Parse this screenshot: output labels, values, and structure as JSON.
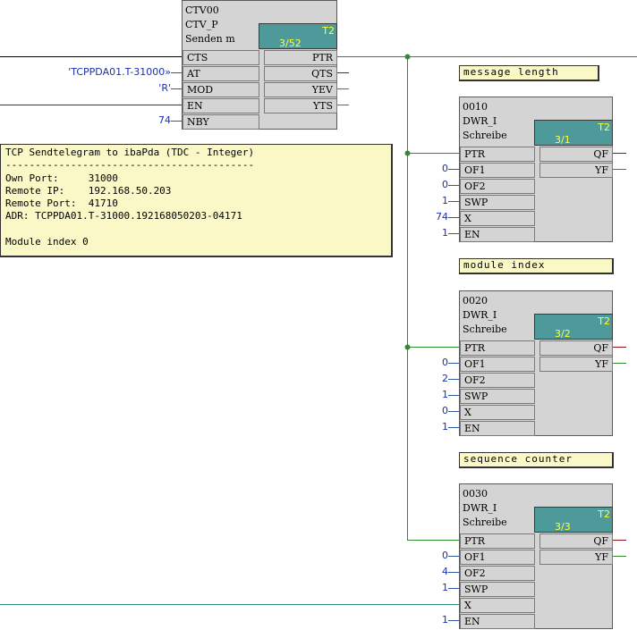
{
  "ctv_block": {
    "name": "CTV00",
    "type": "CTV_P",
    "comment": "Senden m",
    "task": "T2",
    "position": "3/52",
    "inputs": [
      {
        "pin": "CTS",
        "value": ""
      },
      {
        "pin": "AT",
        "value": "'TCPPDA01.T-31000»"
      },
      {
        "pin": "MOD",
        "value": "'R'"
      },
      {
        "pin": "EN",
        "value": ""
      },
      {
        "pin": "NBY",
        "value": "74"
      }
    ],
    "outputs": [
      "PTR",
      "QTS",
      "YEV",
      "YTS"
    ]
  },
  "comment_box": {
    "lines": [
      "TCP Sendtelegram to ibaPda (TDC - Integer)",
      "------------------------------------------",
      "Own Port:     31000",
      "Remote IP:    192.168.50.203",
      "Remote Port:  41710",
      "ADR: TCPPDA01.T-31000.192168050203-04171",
      "",
      "Module index 0"
    ]
  },
  "dwr_blocks": [
    {
      "label": "message length",
      "name": "0010",
      "type": "DWR_I",
      "comment": "Schreibe",
      "task": "T2",
      "position": "3/1",
      "inputs": [
        {
          "pin": "PTR",
          "value": ""
        },
        {
          "pin": "OF1",
          "value": "0"
        },
        {
          "pin": "OF2",
          "value": "0"
        },
        {
          "pin": "SWP",
          "value": "1"
        },
        {
          "pin": "X",
          "value": "74"
        },
        {
          "pin": "EN",
          "value": "1"
        }
      ],
      "outputs": [
        "QF",
        "YF"
      ]
    },
    {
      "label": "module index",
      "name": "0020",
      "type": "DWR_I",
      "comment": "Schreibe",
      "task": "T2",
      "position": "3/2",
      "inputs": [
        {
          "pin": "PTR",
          "value": ""
        },
        {
          "pin": "OF1",
          "value": "0"
        },
        {
          "pin": "OF2",
          "value": "2"
        },
        {
          "pin": "SWP",
          "value": "1"
        },
        {
          "pin": "X",
          "value": "0"
        },
        {
          "pin": "EN",
          "value": "1"
        }
      ],
      "outputs": [
        "QF",
        "YF"
      ]
    },
    {
      "label": "sequence counter",
      "name": "0030",
      "type": "DWR_I",
      "comment": "Schreibe",
      "task": "T2",
      "position": "3/3",
      "inputs": [
        {
          "pin": "PTR",
          "value": ""
        },
        {
          "pin": "OF1",
          "value": "0"
        },
        {
          "pin": "OF2",
          "value": "4"
        },
        {
          "pin": "SWP",
          "value": "1"
        },
        {
          "pin": "X",
          "value": ""
        },
        {
          "pin": "EN",
          "value": "1"
        }
      ],
      "outputs": [
        "QF",
        "YF"
      ]
    }
  ],
  "colors": {
    "wire_green": "#2e8b2e",
    "wire_teal": "#2a8a7a",
    "wire_red": "#8a1a1a",
    "value_blue": "#1a2fb0",
    "block_gray": "#d4d4d4",
    "task_teal": "#4e9a9a",
    "comment_yellow": "#fbf8c8"
  }
}
